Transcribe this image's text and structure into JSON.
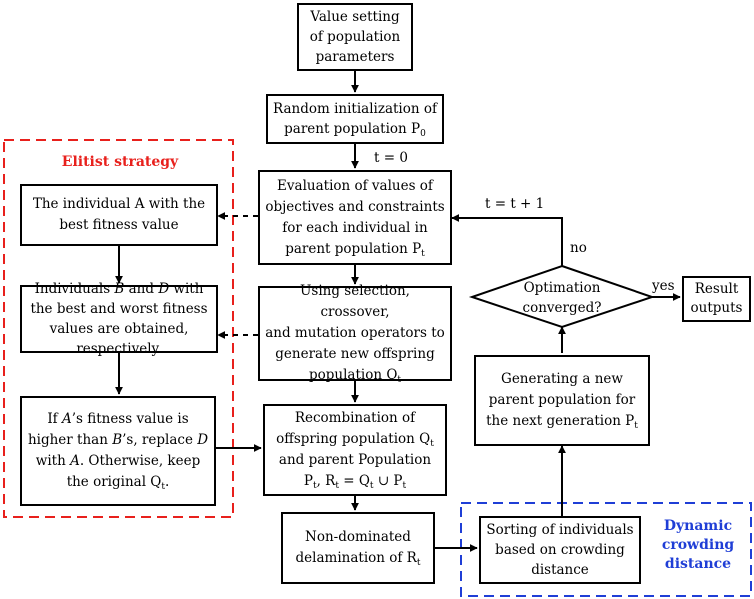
{
  "nodes": {
    "value_setting": [
      "Value setting",
      "of population",
      "parameters"
    ],
    "random_init": [
      "Random initialization of",
      "parent population P",
      "0"
    ],
    "evaluation": [
      "Evaluation of values of",
      "objectives and constraints",
      "for each individual in",
      "parent population P",
      "t"
    ],
    "selection": [
      "Using selection, crossover,",
      "and mutation operators to",
      "generate new offspring",
      "population Q",
      "t"
    ],
    "recombination": [
      "Recombination of",
      "offspring population Q",
      "t",
      "and parent Population",
      "P",
      "t",
      ",  R",
      "t",
      " = Q",
      "t",
      " ∪ P",
      "t"
    ],
    "nondominated": [
      "Non-dominated",
      "delamination of R",
      "t"
    ],
    "sorting": [
      "Sorting of individuals",
      "based on crowding",
      "distance"
    ],
    "generating": [
      "Generating a new",
      "parent population for",
      "the next generation P",
      "t"
    ],
    "decision": [
      "Optimation",
      "converged?"
    ],
    "result": [
      "Result",
      "outputs"
    ],
    "elit_a": [
      "The individual A with the",
      "best fitness value"
    ],
    "elit_bd": [
      "Individuals ",
      "B",
      " and ",
      "D",
      " with",
      "the best and worst fitness",
      "values are obtained,",
      "respectively."
    ],
    "elit_replace": [
      "If ",
      "A",
      "’s fitness value is",
      "higher than ",
      "B",
      "’s, replace ",
      "D",
      "with ",
      "A",
      ". Otherwise, keep",
      "the original Q",
      "t",
      "."
    ]
  },
  "labels": {
    "t0": "t = 0",
    "t_inc": "t = t + 1",
    "no": "no",
    "yes": "yes"
  },
  "groups": {
    "elitist": {
      "title": "Elitist strategy",
      "color": "#e8201c"
    },
    "crowding": {
      "title": [
        "Dynamic",
        "crowding",
        "distance"
      ],
      "color": "#1f3ed6"
    }
  }
}
